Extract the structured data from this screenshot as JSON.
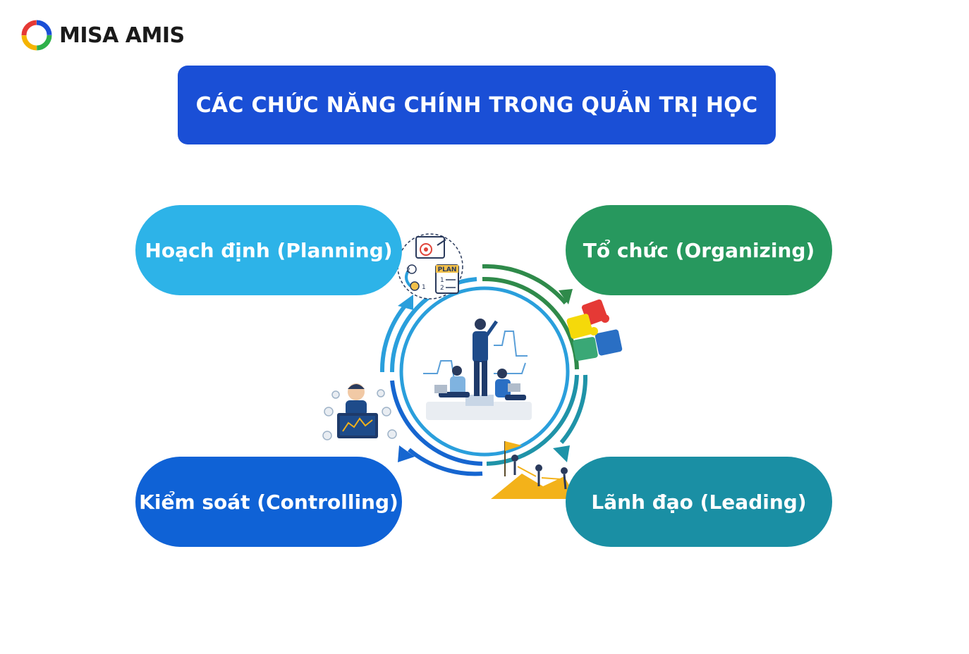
{
  "brand": {
    "name": "MISA AMIS"
  },
  "title": "CÁC CHỨC NĂNG CHÍNH TRONG QUẢN TRỊ HỌC",
  "functions": [
    {
      "label": "Hoạch định (Planning)",
      "color": "#2db3e8"
    },
    {
      "label": "Tổ chức (Organizing)",
      "color": "#27985e"
    },
    {
      "label": "Lãnh đạo (Leading)",
      "color": "#1a8fa4"
    },
    {
      "label": "Kiểm soát (Controlling)",
      "color": "#0f62d6"
    }
  ],
  "illustrations": {
    "plan_badge": "PLAN",
    "plan_steps": [
      "2",
      "1"
    ],
    "plan_list": [
      "1",
      "2"
    ]
  },
  "colors": {
    "title_bg": "#1a4fd6",
    "cycle_blue": "#2a9fdc",
    "cycle_green": "#2f8a4a",
    "cycle_teal": "#1f93a8",
    "cycle_darkblue": "#1666d0"
  }
}
